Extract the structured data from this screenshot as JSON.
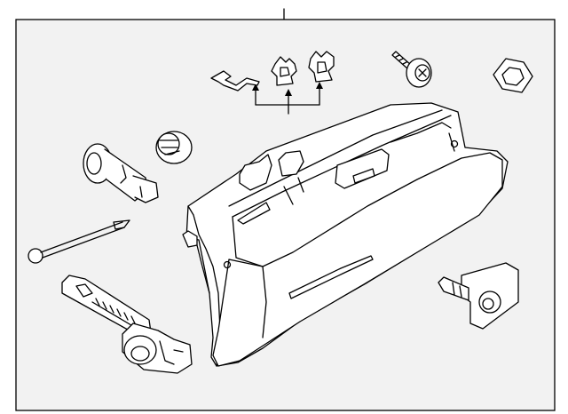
{
  "diagram": {
    "background": "#f2f2f2",
    "line_color": "#000000",
    "parts": [
      "glove-box-assembly",
      "retaining-clip",
      "clip-a",
      "clip-b",
      "screw",
      "nut",
      "damper",
      "bumper",
      "pin",
      "latch-assembly",
      "striker"
    ]
  }
}
